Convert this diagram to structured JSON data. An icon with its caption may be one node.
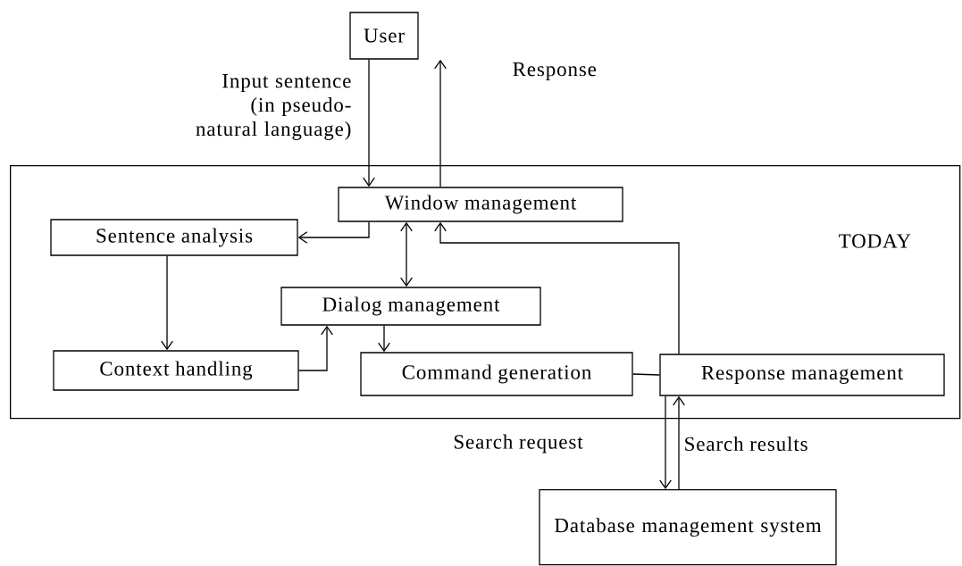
{
  "diagram": {
    "nodes": [
      {
        "text": [
          "User"
        ]
      },
      {
        "text": [
          "TODAY"
        ]
      },
      {
        "text": [
          "Window management"
        ],
        "in": 1
      },
      {
        "text": [
          "Sentence analysis"
        ],
        "in": 1
      },
      {
        "text": [
          "Dialog management"
        ],
        "in": 1
      },
      {
        "text": [
          "Context handling"
        ],
        "in": 1
      },
      {
        "text": [
          "Command generation"
        ],
        "in": 1
      },
      {
        "text": [
          "Response management"
        ],
        "in": 1
      },
      {
        "text": [
          "Database management system"
        ]
      }
    ],
    "edges": [
      {
        "from": 0,
        "to": 2,
        "arrow": "to",
        "label": "Input sentence (in pseudo-natural language)"
      },
      {
        "from": 2,
        "to": 0,
        "arrow": "to",
        "label": "Response"
      },
      {
        "from": 2,
        "to": 3,
        "arrow": "to"
      },
      {
        "from": 2,
        "to": 4,
        "arrow": "both"
      },
      {
        "from": 3,
        "to": 5,
        "arrow": "to"
      },
      {
        "from": 5,
        "to": 4,
        "arrow": "to"
      },
      {
        "from": 4,
        "to": 6,
        "arrow": "to"
      },
      {
        "from": 6,
        "to": 7,
        "arrow": "none"
      },
      {
        "from": 7,
        "to": 2,
        "arrow": "to"
      },
      {
        "from": 7,
        "to": 8,
        "arrow": "to",
        "label": "Search request"
      },
      {
        "from": 8,
        "to": 7,
        "arrow": "to",
        "label": "Search results"
      }
    ]
  }
}
